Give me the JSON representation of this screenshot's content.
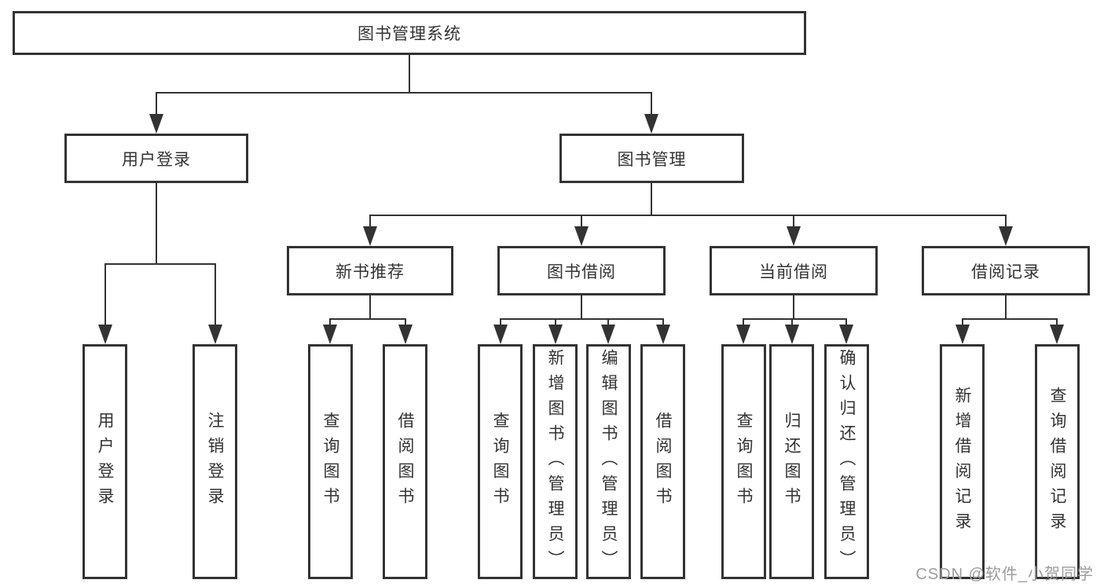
{
  "tree": {
    "label": "图书管理系统",
    "children": [
      {
        "label": "用户登录",
        "children": [
          {
            "label": "用户登录"
          },
          {
            "label": "注销登录"
          }
        ]
      },
      {
        "label": "图书管理",
        "children": [
          {
            "label": "新书推荐",
            "children": [
              {
                "label": "查询图书"
              },
              {
                "label": "借阅图书"
              }
            ]
          },
          {
            "label": "图书借阅",
            "children": [
              {
                "label": "查询图书"
              },
              {
                "label": "新增图书（管理员）"
              },
              {
                "label": "编辑图书（管理员）"
              },
              {
                "label": "借阅图书"
              }
            ]
          },
          {
            "label": "当前借阅",
            "children": [
              {
                "label": "查询图书"
              },
              {
                "label": "归还图书"
              },
              {
                "label": "确认归还（管理员）"
              }
            ]
          },
          {
            "label": "借阅记录",
            "children": [
              {
                "label": "新增借阅记录"
              },
              {
                "label": "查询借阅记录"
              }
            ]
          }
        ]
      }
    ]
  },
  "watermark": "CSDN @软件_小贺同学",
  "colors": {
    "line": "#333333",
    "text": "#333333",
    "watermark": "#9c9c9c",
    "background": "#ffffff"
  }
}
